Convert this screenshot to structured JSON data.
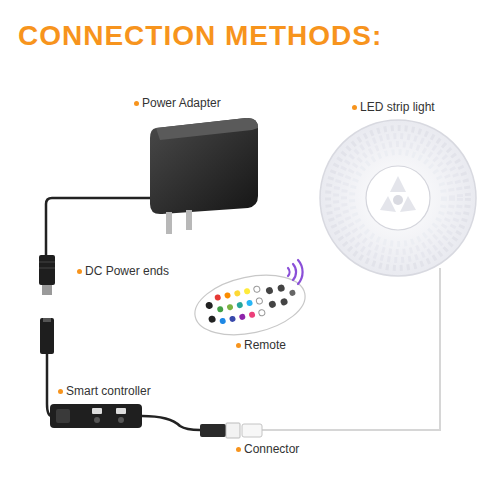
{
  "diagram": {
    "title": "CONNECTION METHODS:",
    "labels": [
      "Power Adapter",
      "LED strip light",
      "DC Power ends",
      "Remote",
      "Smart controller",
      "Connector"
    ]
  }
}
